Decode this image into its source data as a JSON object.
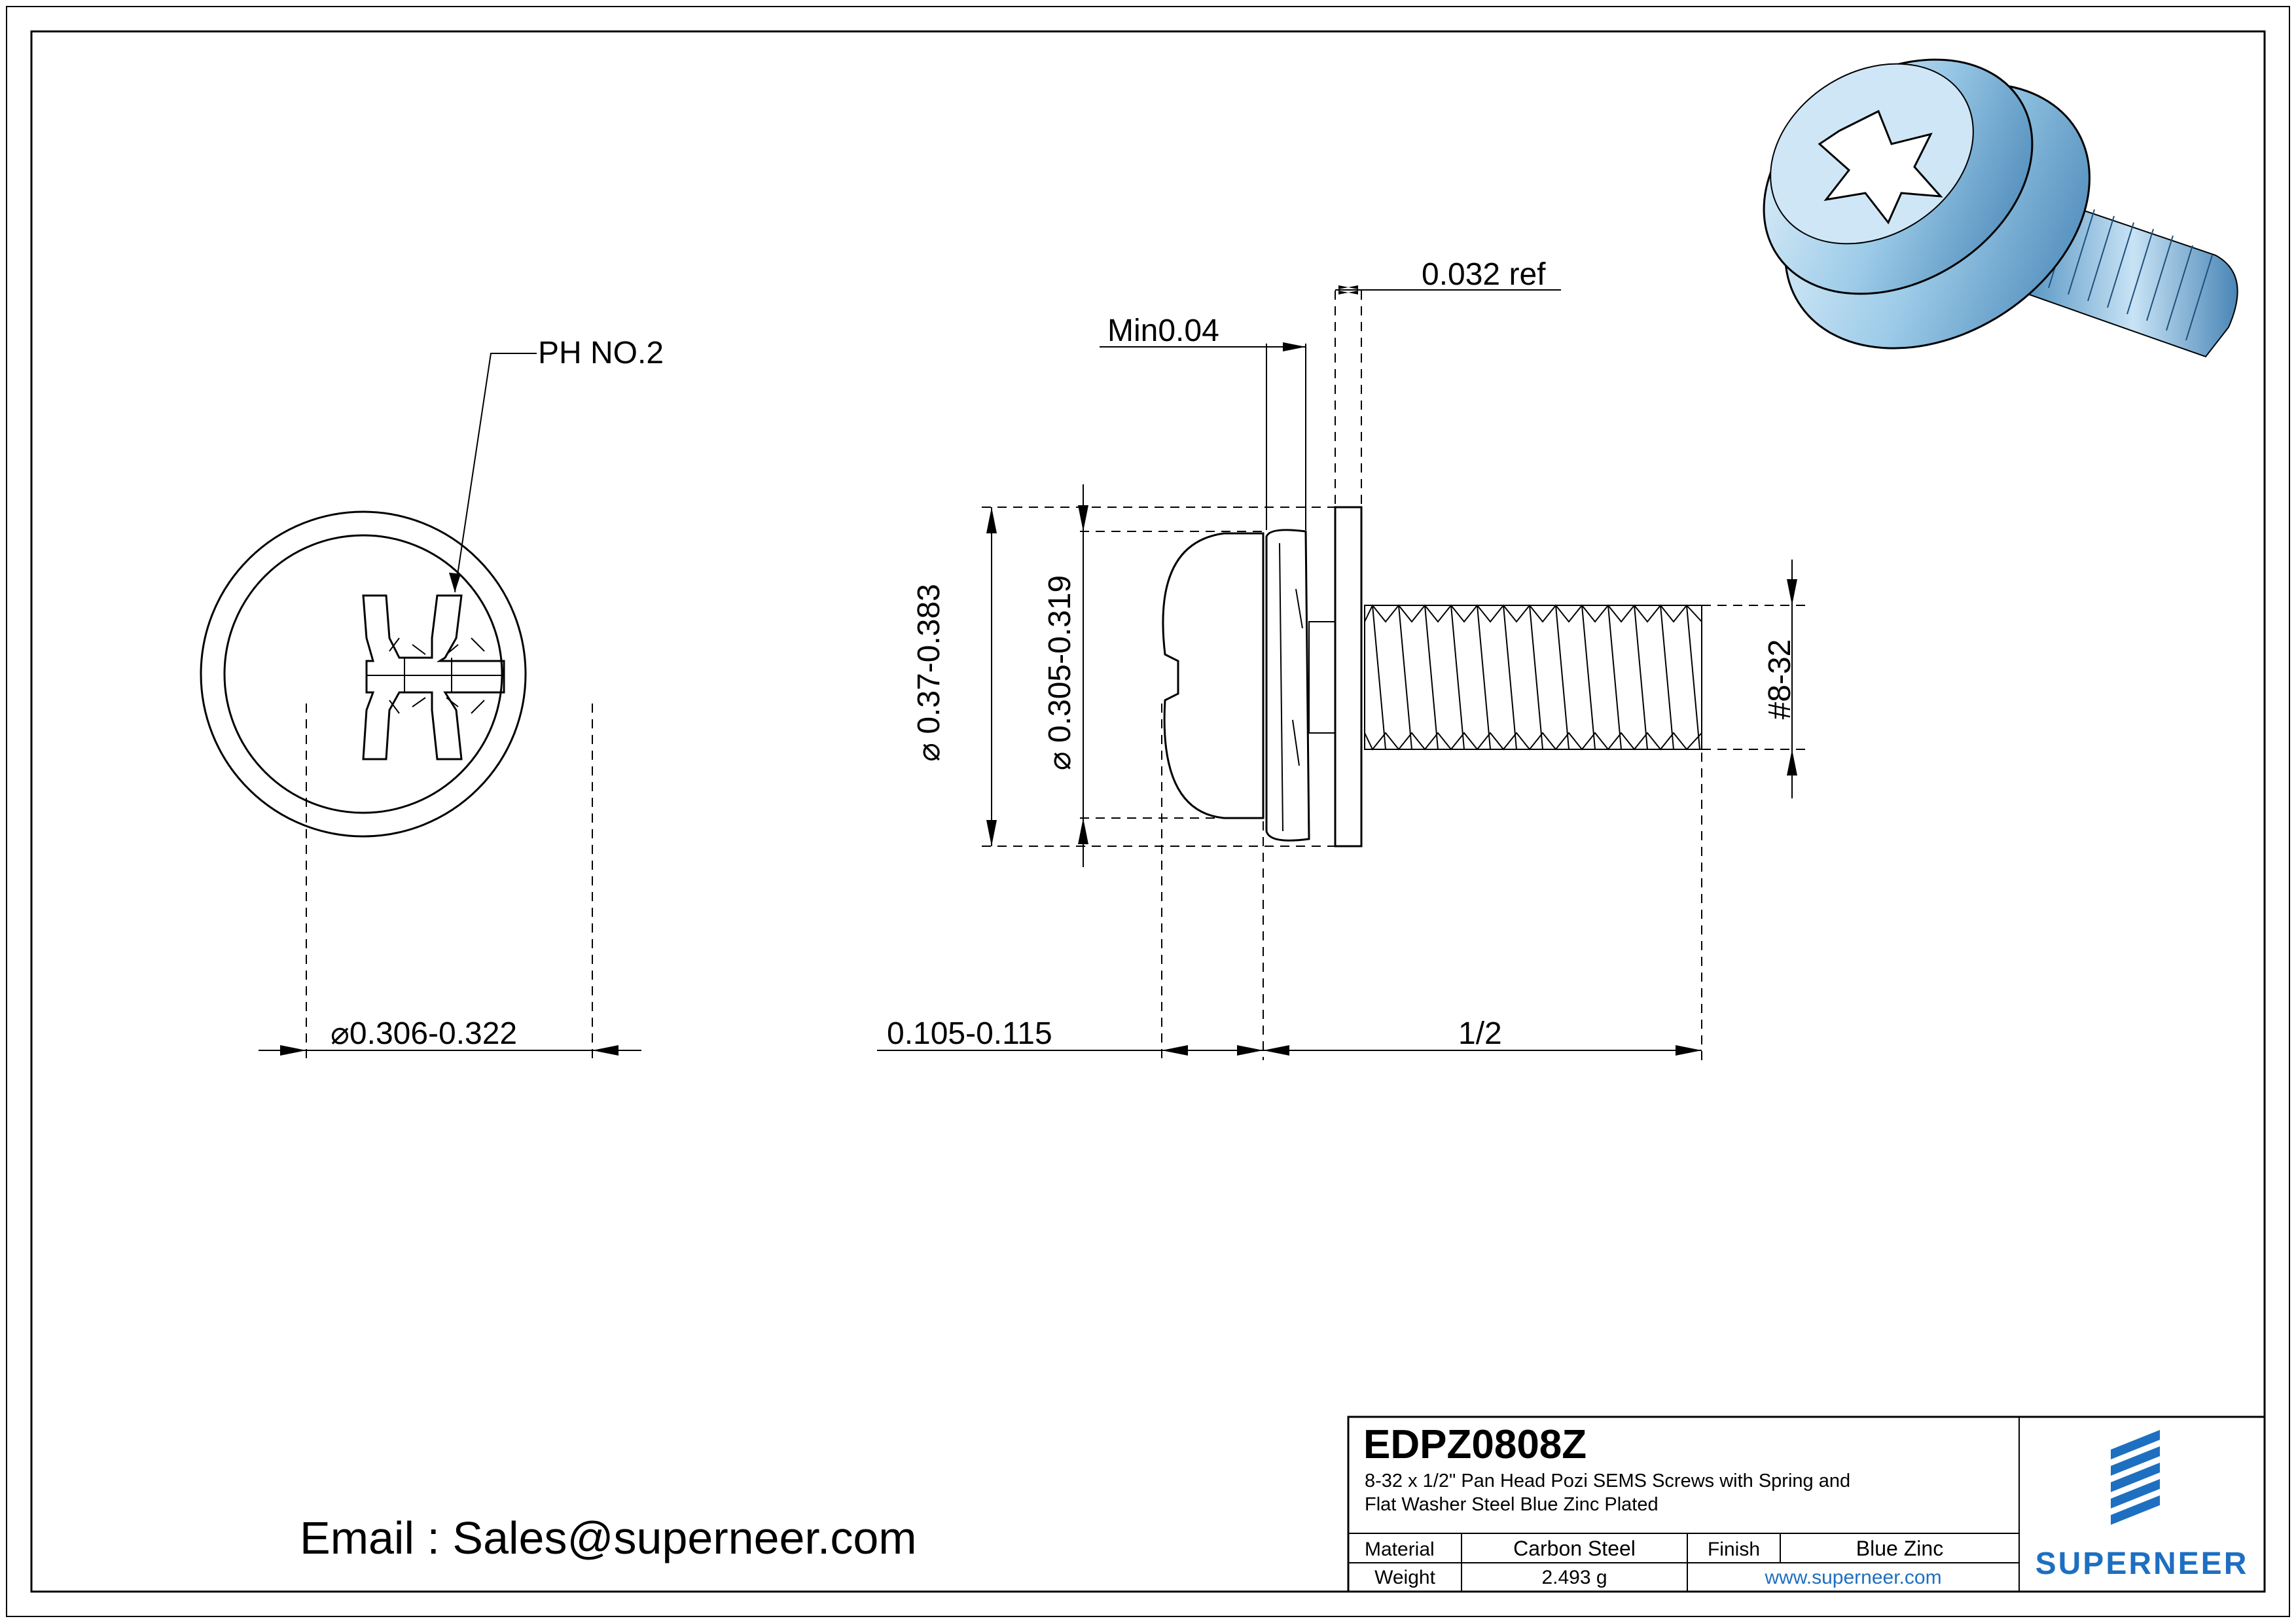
{
  "drawing": {
    "callout_ph": "PH NO.2",
    "dim_head_diameter": "0.306-0.322",
    "dim_washer_outer": "0.37-0.383",
    "dim_washer_inner": "0.305-0.319",
    "dim_min": "Min0.04",
    "dim_ref": "0.032 ref",
    "dim_head_height": "0.105-0.115",
    "dim_length": "1/2",
    "dim_thread": "#8-32",
    "diameter_symbol": "⌀"
  },
  "contact": {
    "email_line": "Email : Sales@superneer.com"
  },
  "title_block": {
    "part_number": "EDPZ0808Z",
    "description_line1": "8-32 x 1/2\" Pan Head Pozi SEMS Screws with Spring and",
    "description_line2": "Flat Washer Steel Blue Zinc Plated",
    "material_label": "Material",
    "material_value": "Carbon Steel",
    "finish_label": "Finish",
    "finish_value": "Blue Zinc",
    "weight_label": "Weight",
    "weight_value": "2.493 g",
    "website": "www.superneer.com",
    "brand": "SUPERNEER"
  },
  "colors": {
    "brand_blue": "#1e6fc0",
    "line": "#000000",
    "zinc_blue": "#9ccbe8"
  }
}
